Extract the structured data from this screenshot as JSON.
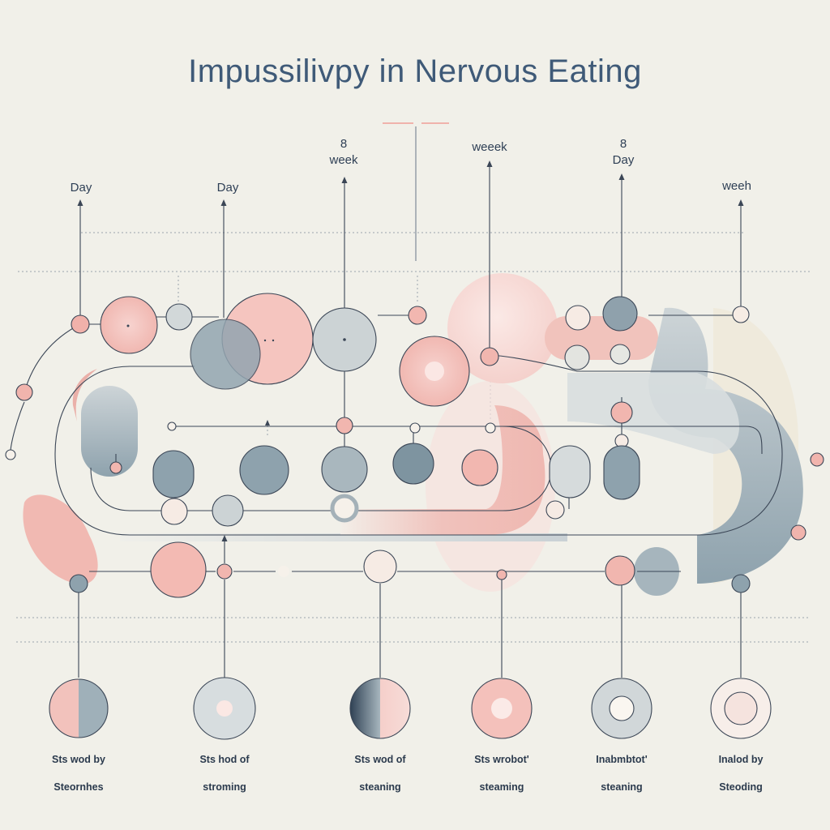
{
  "title": "Impussilivpy in Nervous Eating",
  "timeline_labels": [
    {
      "top": "",
      "main": "Day"
    },
    {
      "top": "",
      "main": "Day"
    },
    {
      "top": "8",
      "main": "week"
    },
    {
      "top": "",
      "main": "weeek"
    },
    {
      "top": "8",
      "main": "Day"
    },
    {
      "top": "",
      "main": "weeh"
    }
  ],
  "stage_labels": [
    {
      "line1": "Sts wod by",
      "line2": "Steornhes"
    },
    {
      "line1": "Sts hod of",
      "line2": "stroming"
    },
    {
      "line1": "Sts wod of",
      "line2": "steaning"
    },
    {
      "line1": "Sts wrobot'",
      "line2": "steaming"
    },
    {
      "line1": "Inabmbtot'",
      "line2": "steaning"
    },
    {
      "line1": "Inalod by",
      "line2": "Steoding"
    }
  ],
  "colors": {
    "background": "#f1f0e9",
    "pink": "#f2b9b3",
    "blue_gray": "#8fa3ae",
    "light_gray": "#cfd6d8",
    "line": "#3b4656",
    "title": "#3f5a78"
  }
}
